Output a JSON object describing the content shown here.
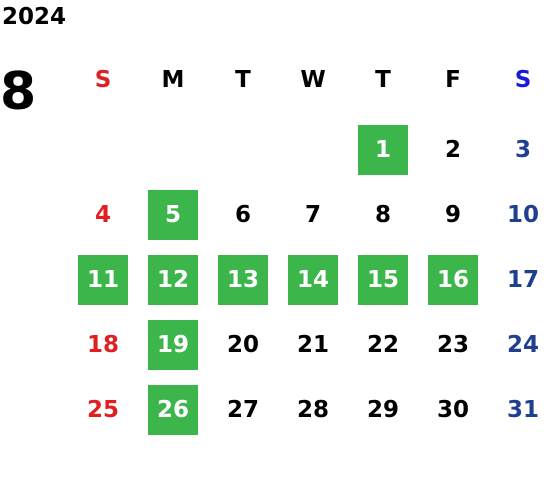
{
  "year": "2024",
  "month": "8",
  "weekdays": [
    "S",
    "M",
    "T",
    "W",
    "T",
    "F",
    "S"
  ],
  "first_weekday_index": 4,
  "days_in_month": 31,
  "highlighted_days": [
    1,
    5,
    11,
    12,
    13,
    14,
    15,
    16,
    19,
    26
  ],
  "colors": {
    "sunday": "#e02020",
    "saturday_header": "#1a1adc",
    "saturday": "#1f3f8f",
    "weekday": "#000000",
    "highlight_bg": "#3cb54a",
    "highlight_text": "#ffffff"
  }
}
